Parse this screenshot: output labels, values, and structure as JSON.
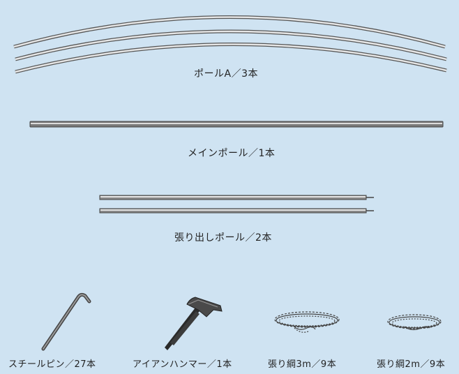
{
  "items": {
    "pole_a": {
      "label": "ポールA／3本"
    },
    "main_pole": {
      "label": "メインポール／1本"
    },
    "extension_pole": {
      "label": "張り出しポール／2本"
    },
    "steel_pin": {
      "label": "スチールピン／27本"
    },
    "iron_hammer": {
      "label": "アイアンハンマー／1本"
    },
    "guy_rope_3m": {
      "label": "張り綱3m／9本"
    },
    "guy_rope_2m": {
      "label": "張り綱2m／9本"
    }
  },
  "colors": {
    "background": "#cfe3f2",
    "pole_fill": "#e6e6e6",
    "pole_outline": "#555555",
    "hammer": "#2a2a2a"
  }
}
